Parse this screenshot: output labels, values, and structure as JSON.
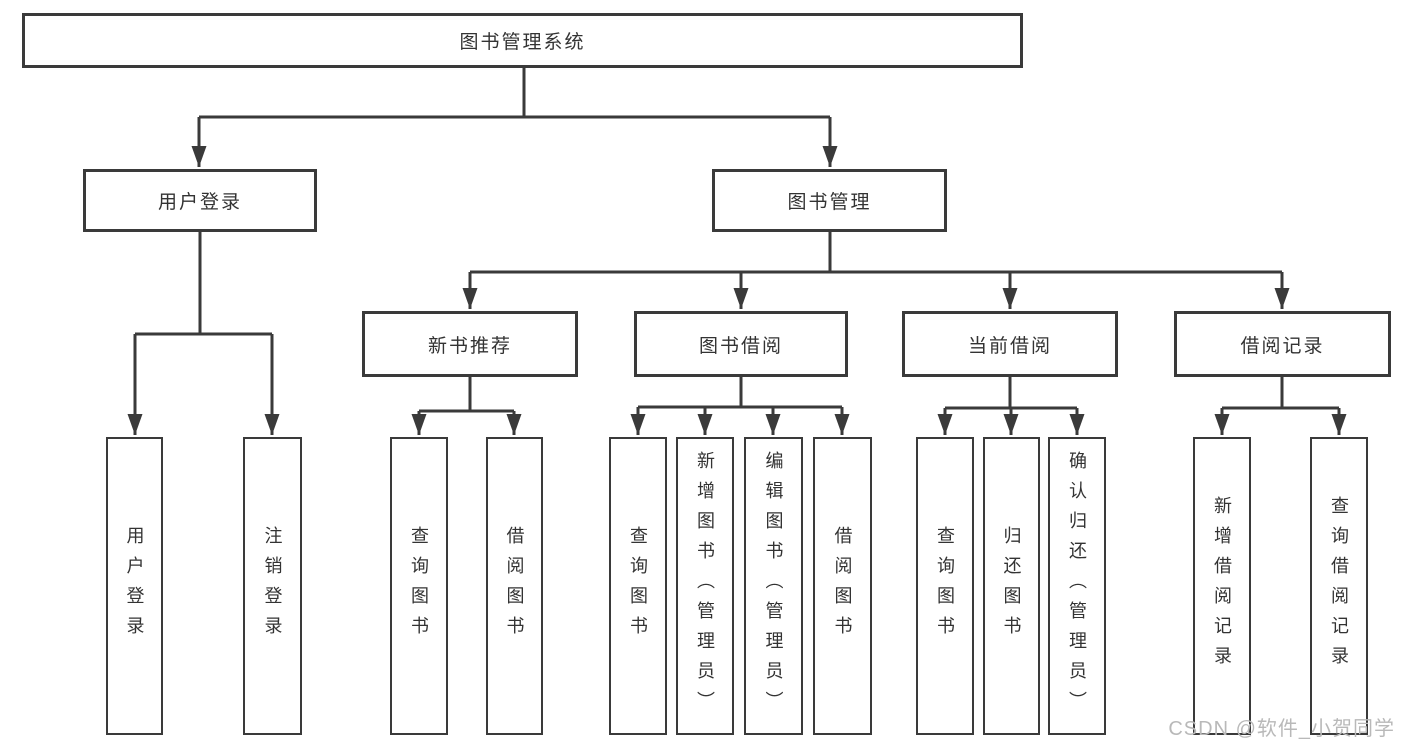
{
  "diagram_type": "hierarchy-tree",
  "colors": {
    "line": "#3a3a3a",
    "text": "#333333",
    "bg": "#ffffff",
    "watermark": "#b9b9b9"
  },
  "watermark": {
    "text": "CSDN @软件_小贺同学"
  },
  "tree": {
    "label": "图书管理系统",
    "children": [
      {
        "label": "用户登录",
        "children": [
          {
            "label": "用户登录"
          },
          {
            "label": "注销登录"
          }
        ]
      },
      {
        "label": "图书管理",
        "children": [
          {
            "label": "新书推荐",
            "children": [
              {
                "label": "查询图书"
              },
              {
                "label": "借阅图书"
              }
            ]
          },
          {
            "label": "图书借阅",
            "children": [
              {
                "label": "查询图书"
              },
              {
                "label": "新增图书（管理员）"
              },
              {
                "label": "编辑图书（管理员）"
              },
              {
                "label": "借阅图书"
              }
            ]
          },
          {
            "label": "当前借阅",
            "children": [
              {
                "label": "查询图书"
              },
              {
                "label": "归还图书"
              },
              {
                "label": "确认归还（管理员）"
              }
            ]
          },
          {
            "label": "借阅记录",
            "children": [
              {
                "label": "新增借阅记录"
              },
              {
                "label": "查询借阅记录"
              }
            ]
          }
        ]
      }
    ]
  }
}
